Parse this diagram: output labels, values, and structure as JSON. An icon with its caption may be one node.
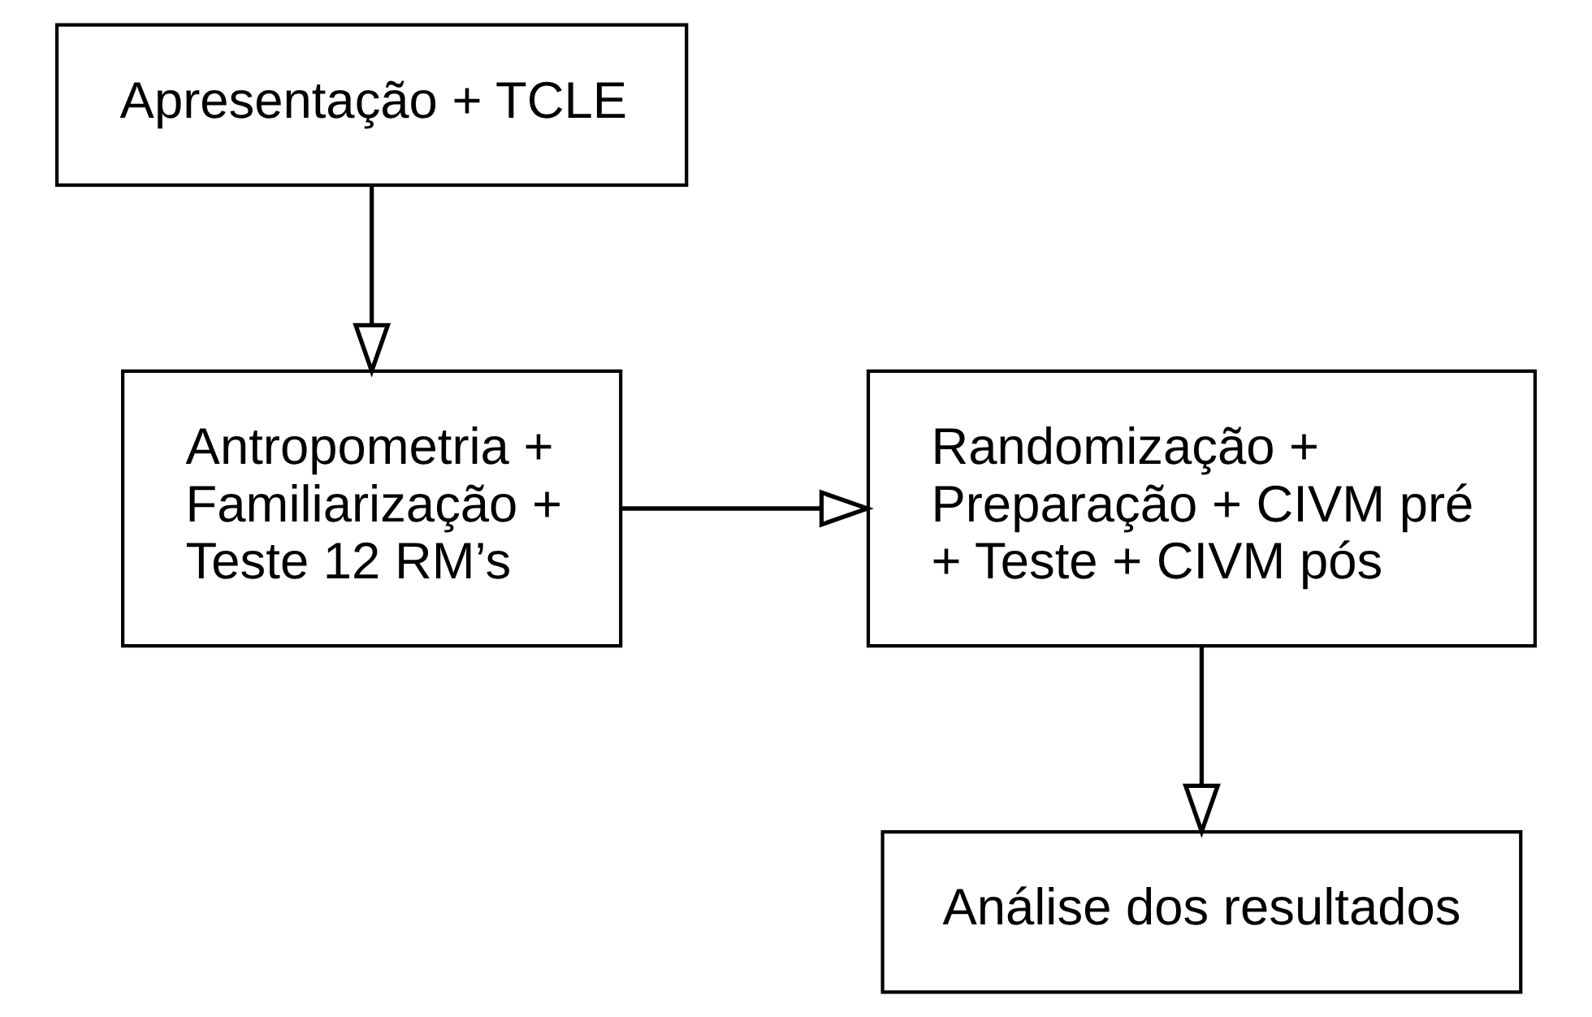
{
  "diagram": {
    "nodes": [
      {
        "text": [
          "Apresentação + TCLE"
        ]
      },
      {
        "text": [
          "Antropometria + Familiarização + Teste 12 RM’s"
        ]
      },
      {
        "text": [
          "Randomização + Preparação + CIVM pré + Teste + CIVM pós"
        ]
      },
      {
        "text": [
          "Análise dos resultados"
        ]
      }
    ],
    "edges": [
      {
        "from": 0,
        "to": 1,
        "arrow": "to"
      },
      {
        "from": 1,
        "to": 2,
        "arrow": "to"
      },
      {
        "from": 2,
        "to": 3,
        "arrow": "to"
      }
    ]
  }
}
